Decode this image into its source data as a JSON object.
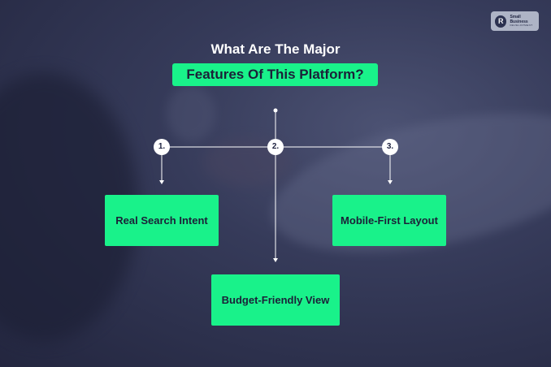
{
  "brand": {
    "logo_letter": "R",
    "name": "Small Business",
    "tagline": "DEVELOPMENT"
  },
  "title": {
    "line1": "What Are The Major",
    "line2": "Features Of This Platform?"
  },
  "features": [
    {
      "number": "1.",
      "label": "Real Search Intent"
    },
    {
      "number": "2.",
      "label": "Budget-Friendly View"
    },
    {
      "number": "3.",
      "label": "Mobile-First Layout"
    }
  ],
  "colors": {
    "accent": "#19f28a",
    "background": "#2e3352",
    "text_dark": "#1b2138",
    "text_light": "#ffffff"
  }
}
